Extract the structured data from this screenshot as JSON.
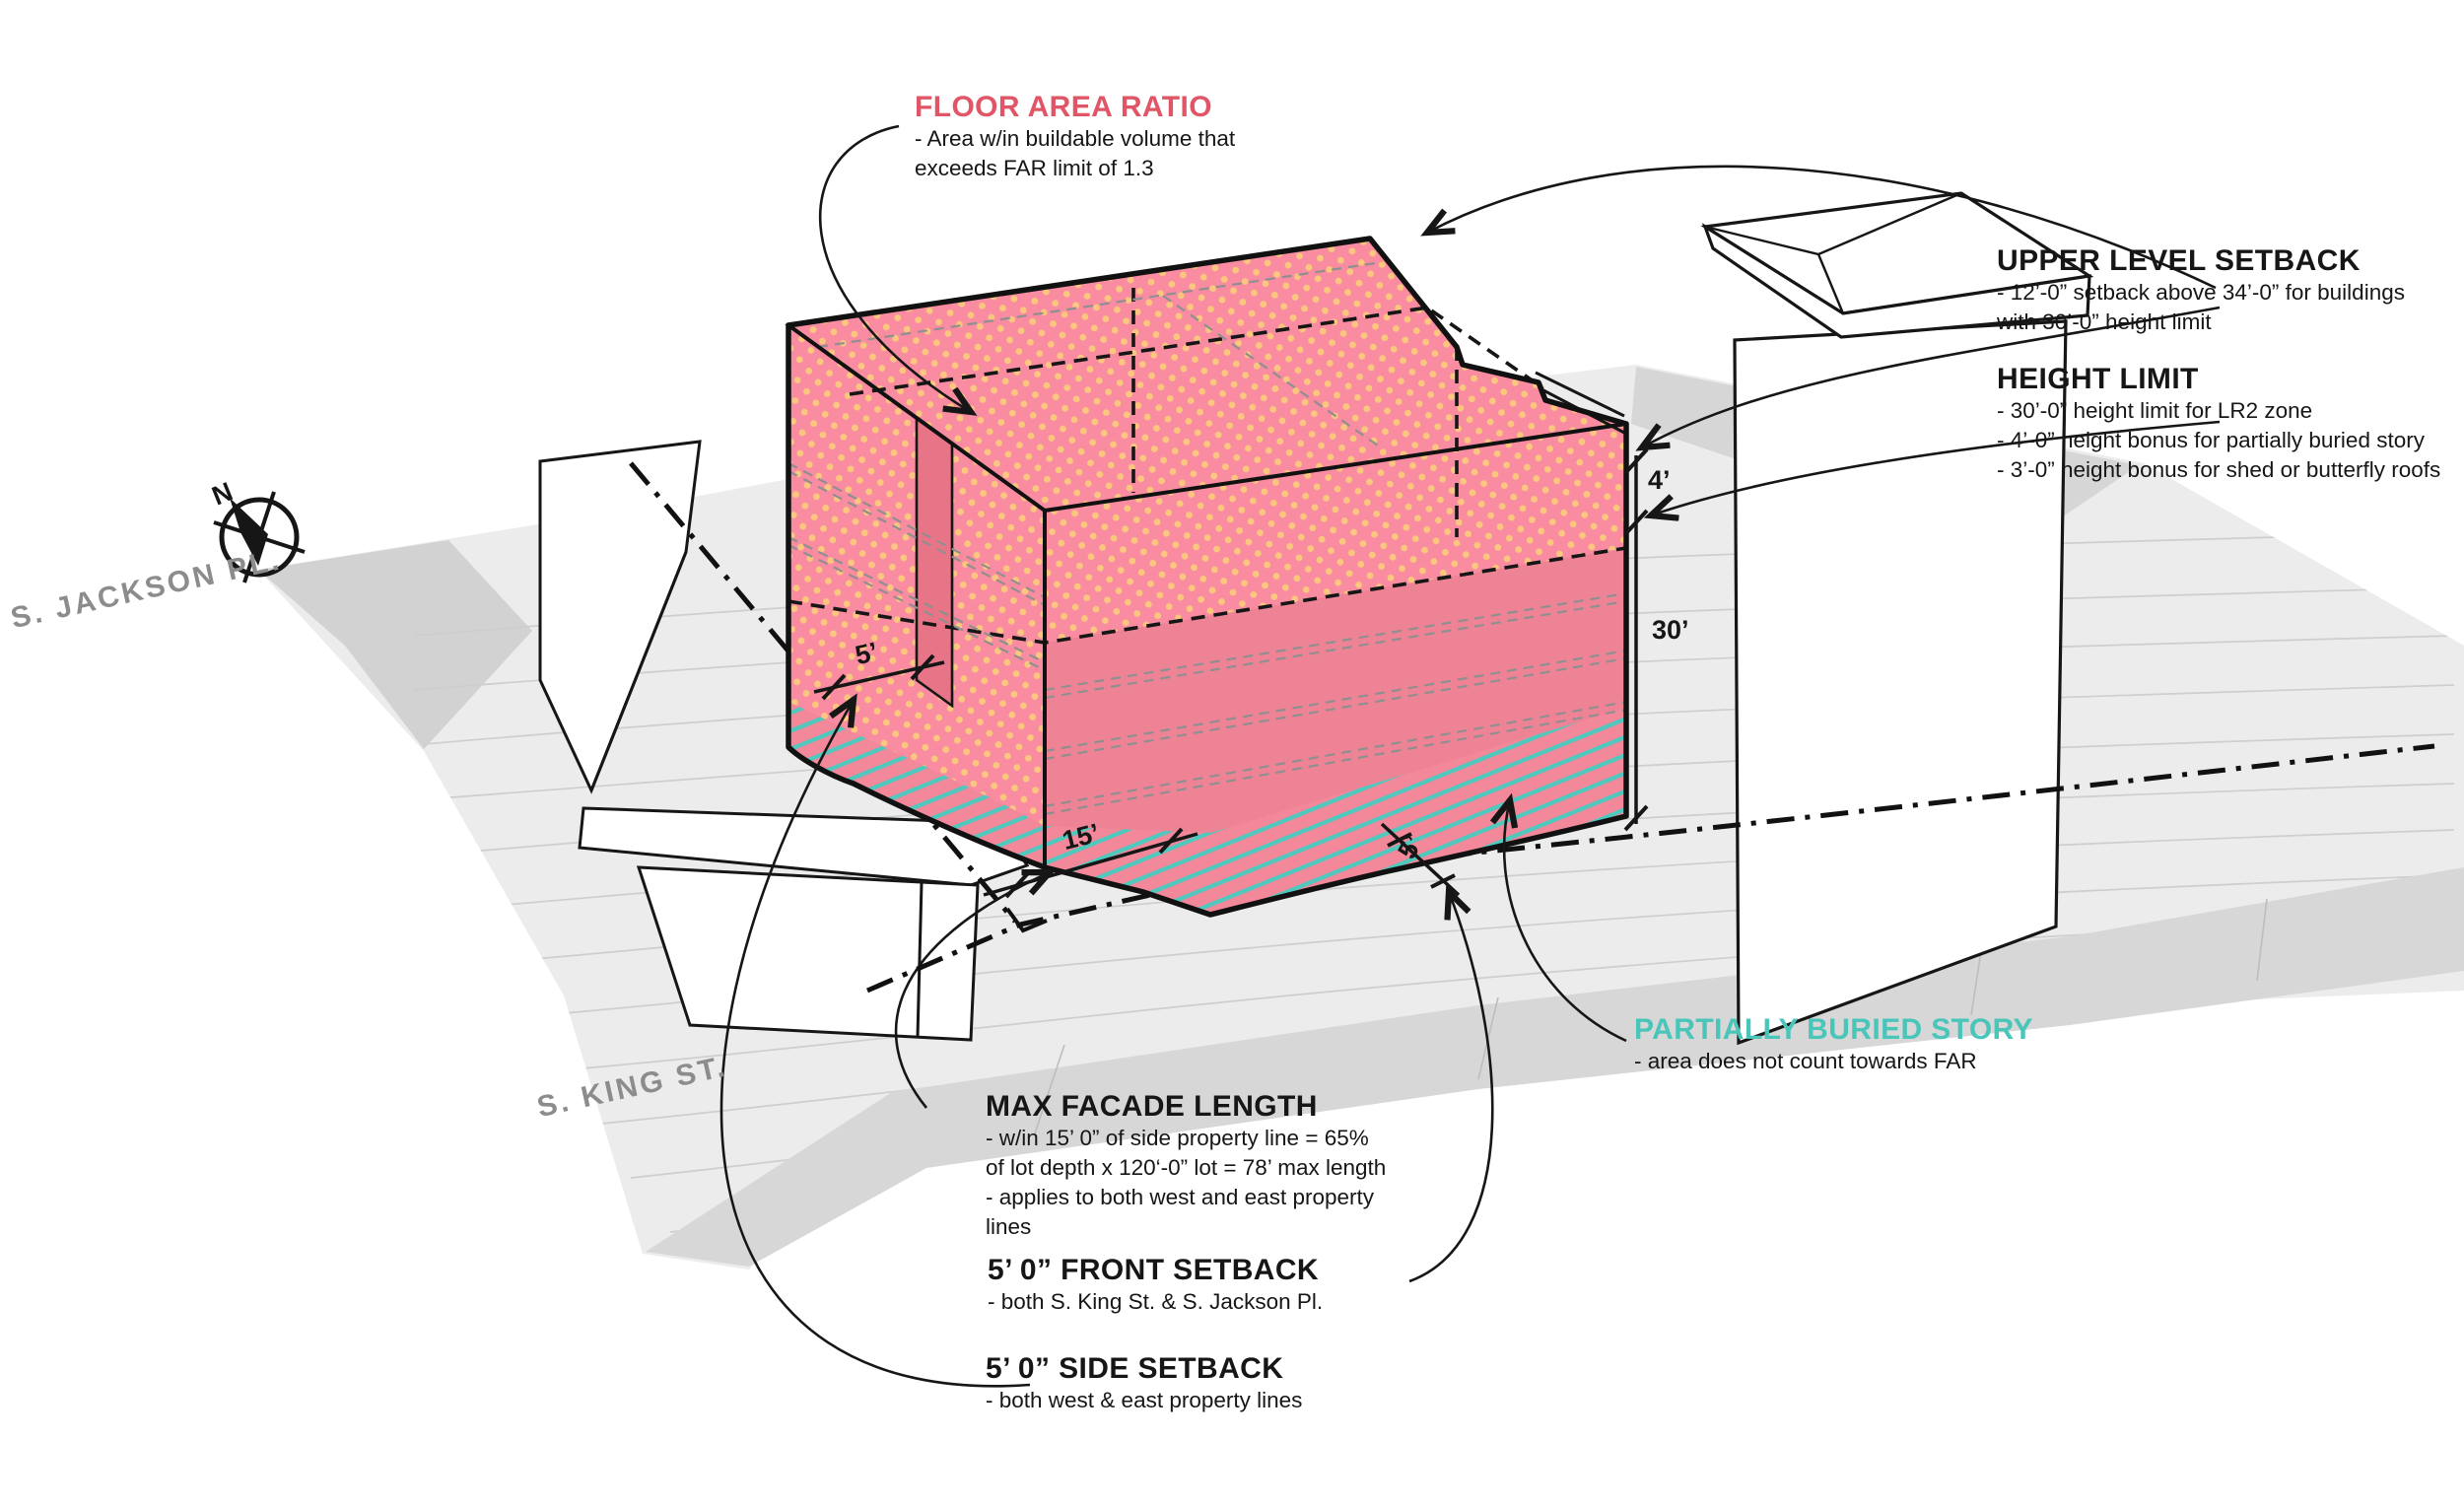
{
  "annotations": {
    "floor_area_ratio": {
      "title": "FLOOR AREA RATIO",
      "lines": [
        "- Area w/in buildable volume that",
        "exceeds FAR limit of 1.3"
      ]
    },
    "upper_level_setback": {
      "title": "UPPER LEVEL SETBACK",
      "lines": [
        "- 12’-0” setback above 34’-0” for buildings",
        "with 30’-0” height limit"
      ]
    },
    "height_limit": {
      "title": "HEIGHT LIMIT",
      "lines": [
        "- 30’-0” height limit for LR2 zone",
        "- 4’-0” height bonus for partially buried story",
        "- 3’-0” height bonus for shed or butterfly roofs"
      ]
    },
    "partially_buried_story": {
      "title": "PARTIALLY BURIED STORY",
      "lines": [
        "- area does not count towards FAR"
      ]
    },
    "max_facade_length": {
      "title": "MAX FACADE LENGTH",
      "lines": [
        "-  w/in 15’ 0” of side property line = 65%",
        "of lot depth x 120‘-0” lot = 78’ max length",
        "- applies to both west and east property",
        "lines"
      ]
    },
    "front_setback": {
      "title": "5’ 0” FRONT SETBACK",
      "lines": [
        "- both S. King St. & S. Jackson Pl."
      ]
    },
    "side_setback": {
      "title": "5’ 0” SIDE SETBACK",
      "lines": [
        "- both west & east property lines"
      ]
    }
  },
  "streets": {
    "jackson": "S. JACKSON PL.",
    "king": "S. KING ST."
  },
  "compass": {
    "north_label": "N"
  },
  "dimensions": {
    "height_bonus": "4’",
    "height_limit": "30’",
    "facade_zone": "15’",
    "side_setback": "5’",
    "front_setback": "5’"
  },
  "colors": {
    "far_accent": "#E05666",
    "buried_accent": "#49C5BA",
    "volume_dot_bg": "#F98CA0",
    "volume_dot": "#FBC77E",
    "volume_solid": "#EF8396",
    "buried_stripe": "#4FC8BD",
    "street_label": "#8C8C8C",
    "ink": "#161616"
  }
}
